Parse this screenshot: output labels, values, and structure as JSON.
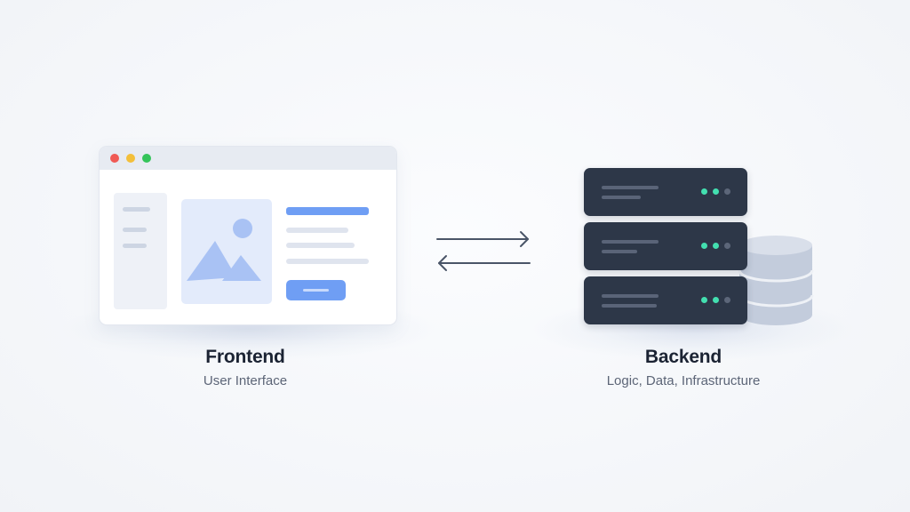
{
  "frontend": {
    "title": "Frontend",
    "subtitle": "User Interface",
    "window_controls": [
      "close-dot",
      "minimize-dot",
      "maximize-dot"
    ]
  },
  "backend": {
    "title": "Backend",
    "subtitle": "Logic, Data, Infrastructure",
    "servers": [
      {
        "leds": [
          "on",
          "on",
          "off"
        ]
      },
      {
        "leds": [
          "on",
          "on",
          "off"
        ]
      },
      {
        "leds": [
          "on",
          "on",
          "off"
        ]
      }
    ]
  },
  "connection": {
    "icons": [
      "arrow-right-icon",
      "arrow-left-icon"
    ]
  },
  "colors": {
    "accent_blue": "#6f9ef4",
    "server_body": "#2d3748",
    "led_active": "#43dfb0",
    "database": "#c3ccdc",
    "arrow": "#4a5568"
  }
}
